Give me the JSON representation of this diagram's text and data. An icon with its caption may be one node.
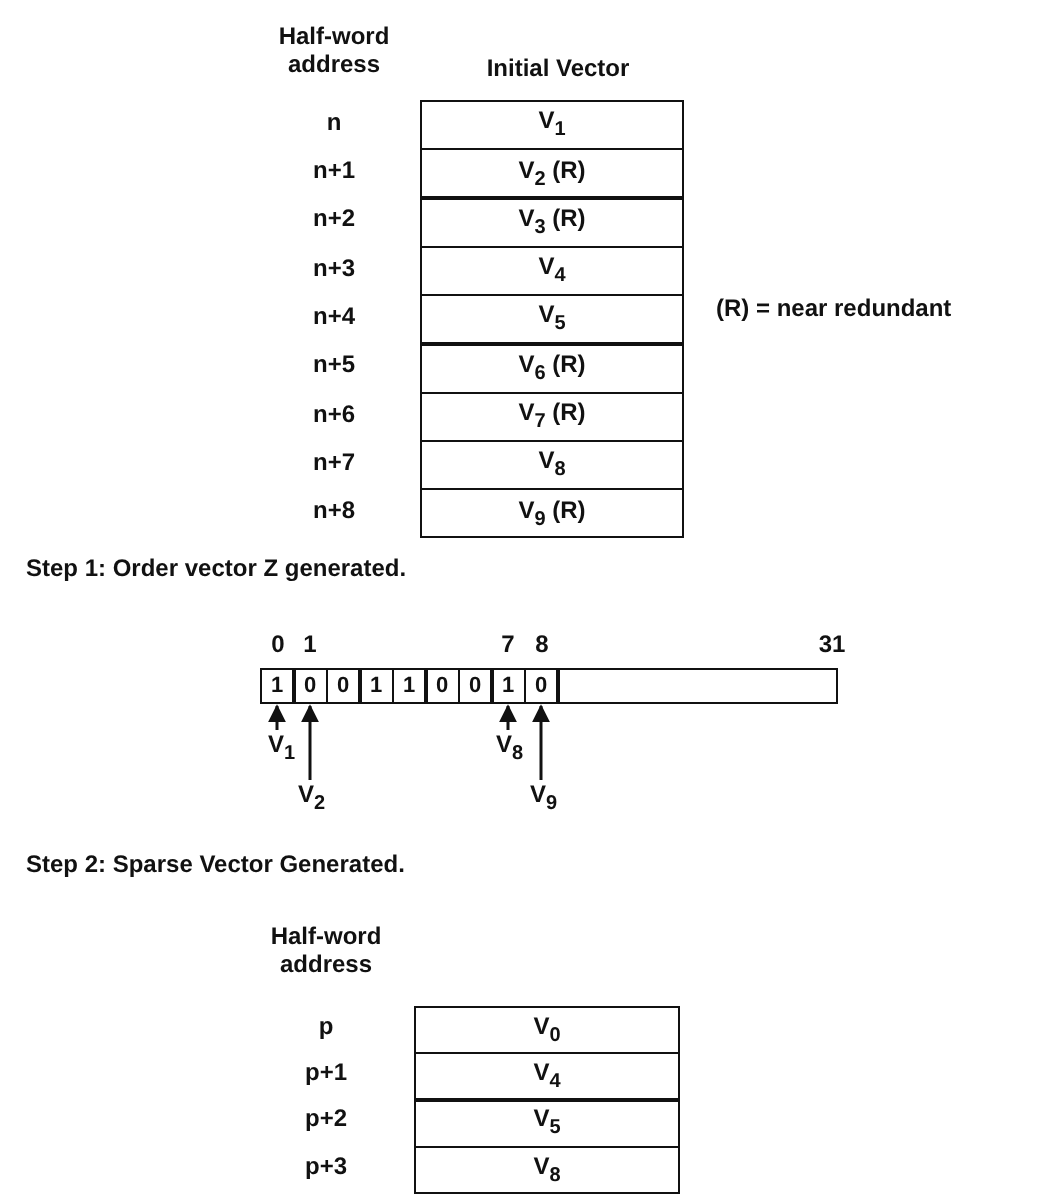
{
  "diagram": {
    "nodes": [
      {
        "text": [
          "V$_{1}$"
        ]
      },
      {
        "text": [
          "V$_{2}$ (R)"
        ]
      },
      {
        "text": [
          "V$_{3}$ (R)"
        ]
      },
      {
        "text": [
          "V$_{4}$"
        ]
      },
      {
        "text": [
          "V$_{5}$"
        ]
      },
      {
        "text": [
          "V$_{6}$ (R)"
        ]
      },
      {
        "text": [
          "V$_{7}$ (R)"
        ]
      },
      {
        "text": [
          "V$_{8}$"
        ]
      },
      {
        "text": [
          "V$_{9}$ (R)"
        ]
      },
      {
        "text": [
          "1"
        ]
      },
      {
        "text": [
          "0"
        ]
      },
      {
        "text": [
          "0"
        ]
      },
      {
        "text": [
          "1"
        ]
      },
      {
        "text": [
          "1"
        ]
      },
      {
        "text": [
          "0"
        ]
      },
      {
        "text": [
          "0"
        ]
      },
      {
        "text": [
          "1"
        ]
      },
      {
        "text": [
          "0"
        ]
      },
      {
        "text": [],
        "shape": "box"
      },
      {
        "text": [
          "V$_{1}$"
        ]
      },
      {
        "text": [
          "V$_{2}$"
        ]
      },
      {
        "text": [
          "V$_{8}$"
        ]
      },
      {
        "text": [
          "V$_{9}$"
        ]
      },
      {
        "text": [
          "V$_{0}$"
        ]
      },
      {
        "text": [
          "V$_{4}$"
        ]
      },
      {
        "text": [
          "V$_{5}$"
        ]
      },
      {
        "text": [
          "V$_{8}$"
        ]
      }
    ],
    "edges": [
      {
        "from": 19,
        "to": 9,
        "arrow": "to"
      },
      {
        "from": 20,
        "to": 10,
        "arrow": "to"
      },
      {
        "from": 21,
        "to": 16,
        "arrow": "to"
      },
      {
        "from": 22,
        "to": 17,
        "arrow": "to"
      }
    ],
    "labels": [
      "Half-word address",
      "Initial Vector",
      "n",
      "n+1",
      "n+2",
      "n+3",
      "n+4",
      "(R) = near redundant",
      "n+5",
      "n+6",
      "n+7",
      "n+8",
      "Step 1: Order vector Z generated.",
      "0",
      "1",
      "7",
      "8",
      "31",
      "Step 2: Sparse Vector Generated.",
      "Half-word address",
      "p",
      "p+1",
      "p+2",
      "p+3"
    ]
  }
}
